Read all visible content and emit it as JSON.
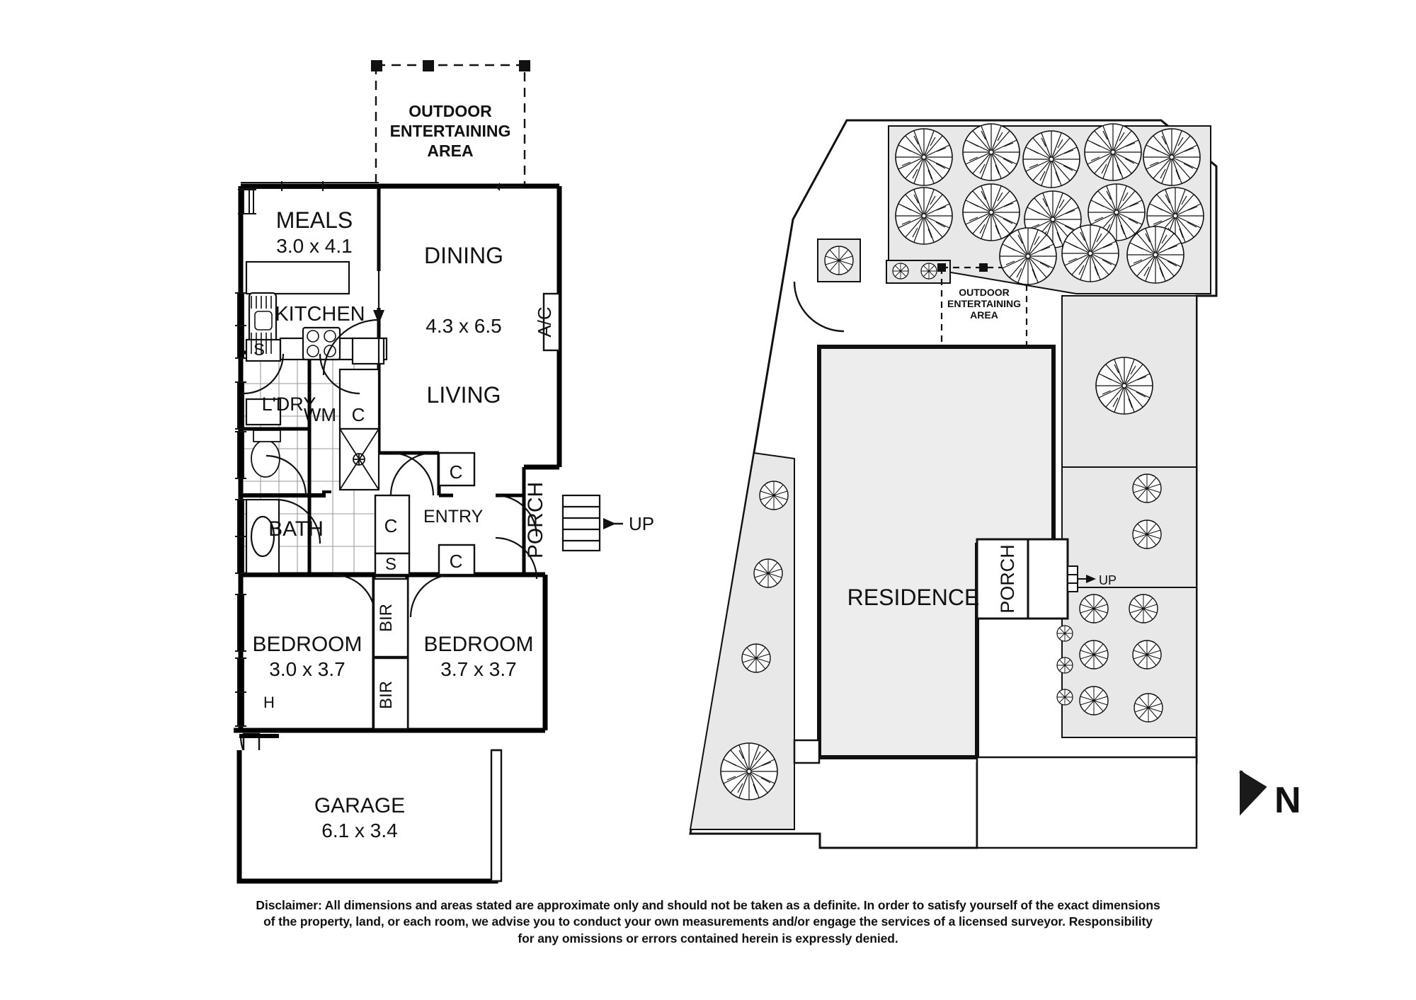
{
  "document": {
    "type": "real-estate-floorplan",
    "title": "Residential Floor Plan and Site Plan"
  },
  "floor_plan": {
    "name": "floor-plan",
    "outdoor_entertaining": {
      "line1": "OUTDOOR",
      "line2": "ENTERTAINING",
      "line3": "AREA"
    },
    "rooms": [
      {
        "id": "meals",
        "label": "MEALS",
        "dims": "3.0 x 4.1"
      },
      {
        "id": "dining",
        "label": "DINING",
        "dims": "4.3 x 6.5"
      },
      {
        "id": "living",
        "label": "LIVING",
        "dims": ""
      },
      {
        "id": "kitchen",
        "label": "KITCHEN",
        "dims": ""
      },
      {
        "id": "laundry",
        "label": "L'DRY",
        "dims": ""
      },
      {
        "id": "bath",
        "label": "BATH",
        "dims": ""
      },
      {
        "id": "entry",
        "label": "ENTRY",
        "dims": ""
      },
      {
        "id": "porch",
        "label": "PORCH",
        "dims": ""
      },
      {
        "id": "bedroom1",
        "label": "BEDROOM",
        "dims": "3.0 x 3.7"
      },
      {
        "id": "bedroom2",
        "label": "BEDROOM",
        "dims": "3.7 x 3.7"
      },
      {
        "id": "garage",
        "label": "GARAGE",
        "dims": "6.1 x 3.4"
      }
    ],
    "annotations": [
      {
        "id": "ac",
        "label": "A/C"
      },
      {
        "id": "wm",
        "label": "WM"
      },
      {
        "id": "s1",
        "label": "S"
      },
      {
        "id": "s2",
        "label": "S"
      },
      {
        "id": "c1",
        "label": "C"
      },
      {
        "id": "c2",
        "label": "C"
      },
      {
        "id": "c3",
        "label": "C"
      },
      {
        "id": "c4",
        "label": "C"
      },
      {
        "id": "bir1",
        "label": "BIR"
      },
      {
        "id": "bir2",
        "label": "BIR"
      },
      {
        "id": "h",
        "label": "H"
      },
      {
        "id": "up",
        "label": "UP"
      }
    ]
  },
  "site_plan": {
    "name": "site-plan",
    "residence_label": "RESIDENCE",
    "porch_label": "PORCH",
    "up_label": "UP",
    "outdoor_entertaining": {
      "line1": "OUTDOOR",
      "line2": "ENTERTAINING",
      "line3": "AREA"
    }
  },
  "compass": {
    "label": "N"
  },
  "disclaimer": {
    "line1": "Disclaimer: All dimensions and areas stated are approximate only and should not be taken as a definite. In order to satisfy yourself of the exact dimensions",
    "line2": "of the property, land, or each room, we advise you to conduct your own measurements and/or engage the services of a licensed surveyor. Responsibility",
    "line3": "for any omissions or errors contained herein is expressly denied."
  },
  "colors": {
    "ink": "#111111",
    "wall": "#000000",
    "garden_fill": "#e8e8e8",
    "residence_fill": "#ededed",
    "paper": "#ffffff"
  }
}
